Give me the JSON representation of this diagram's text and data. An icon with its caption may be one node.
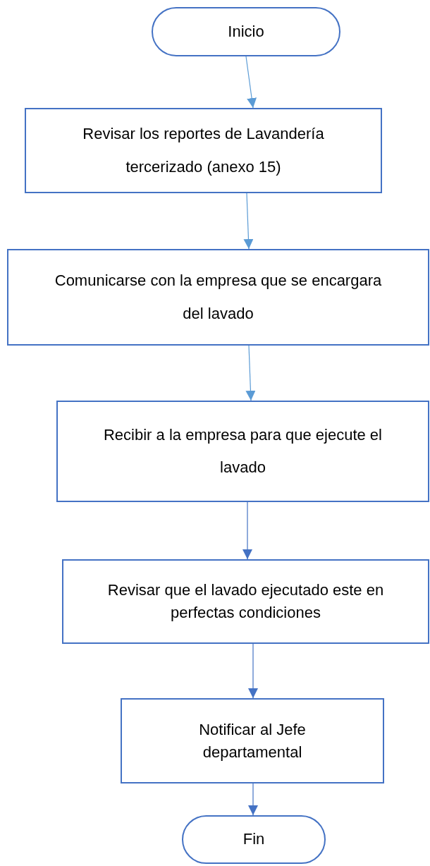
{
  "diagram": {
    "nodes": [
      {
        "text": [
          "Inicio"
        ]
      },
      {
        "text": [
          "Revisar los reportes de Lavandería tercerizado (anexo 15)"
        ]
      },
      {
        "text": [
          "Comunicarse con la empresa que se encargara del lavado"
        ]
      },
      {
        "text": [
          "Recibir a la empresa para que ejecute el lavado"
        ]
      },
      {
        "text": [
          "Revisar que el lavado ejecutado este en perfectas condiciones"
        ]
      },
      {
        "text": [
          "Notificar al Jefe departamental"
        ]
      },
      {
        "text": [
          "Fin"
        ]
      }
    ],
    "edges": [
      {
        "from": 0,
        "to": 1,
        "arrow": "to",
        "color": "#5b9bd5"
      },
      {
        "from": 1,
        "to": 2,
        "arrow": "to",
        "color": "#5b9bd5"
      },
      {
        "from": 2,
        "to": 3,
        "arrow": "to",
        "color": "#5b9bd5"
      },
      {
        "from": 3,
        "to": 4,
        "arrow": "to"
      },
      {
        "from": 4,
        "to": 5,
        "arrow": "to"
      },
      {
        "from": 5,
        "to": 6,
        "arrow": "to"
      }
    ]
  }
}
